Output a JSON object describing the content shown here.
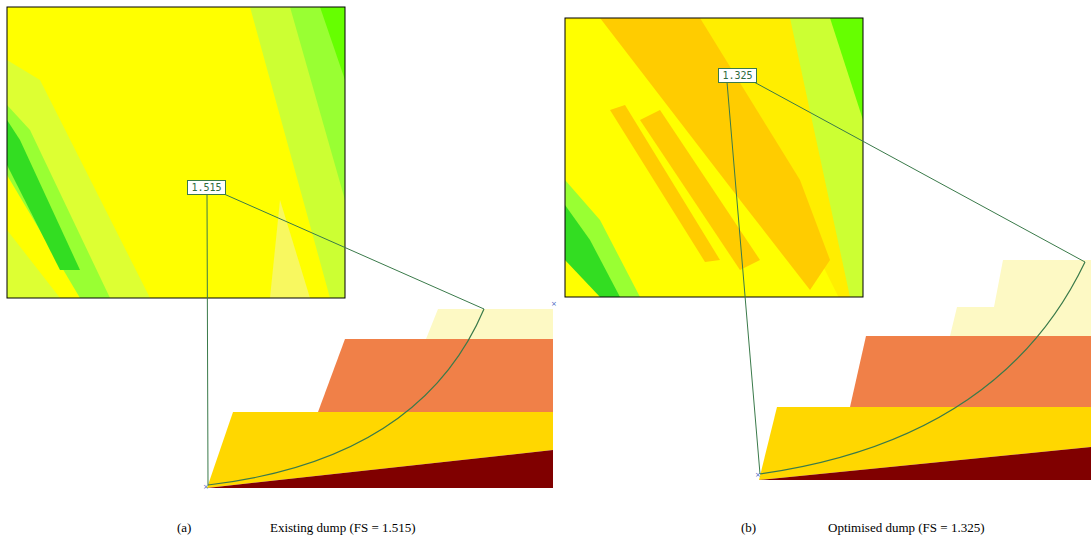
{
  "diagram": {
    "nodes": [
      {
        "text": [
          "1.515"
        ]
      },
      {
        "text": [
          "1.325"
        ]
      }
    ],
    "labels": [
      "(a)",
      "Existing dump (FS = 1.515)",
      "(b)",
      "Optimised dump (FS = 1.325)"
    ]
  }
}
